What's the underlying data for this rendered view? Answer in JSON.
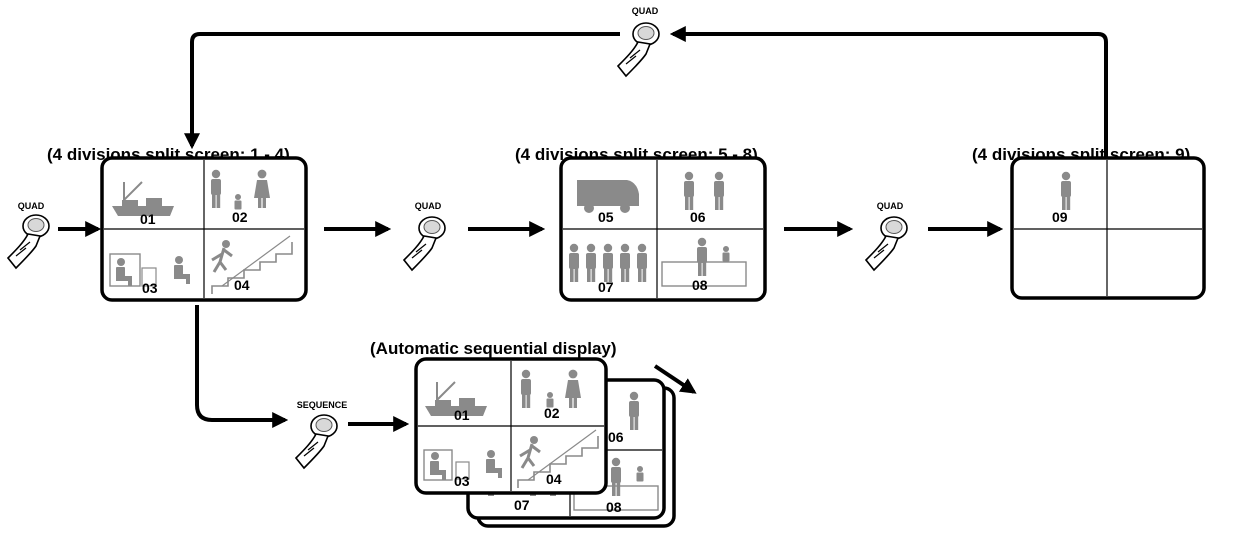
{
  "captions": {
    "screen_a": "(4 divisions split screen: 1 - 4)",
    "screen_b": "(4 divisions split screen: 5 - 8)",
    "screen_c": "(4 divisions split screen: 9)",
    "sequence": "(Automatic sequential display)"
  },
  "buttons": {
    "quad": "QUAD",
    "sequence": "SEQUENCE"
  },
  "channels": {
    "c01": "01",
    "c02": "02",
    "c03": "03",
    "c04": "04",
    "c05": "05",
    "c06": "06",
    "c07": "07",
    "c08": "08",
    "c09": "09"
  },
  "colors": {
    "icon": "#8a8a8a",
    "line": "#000000"
  }
}
